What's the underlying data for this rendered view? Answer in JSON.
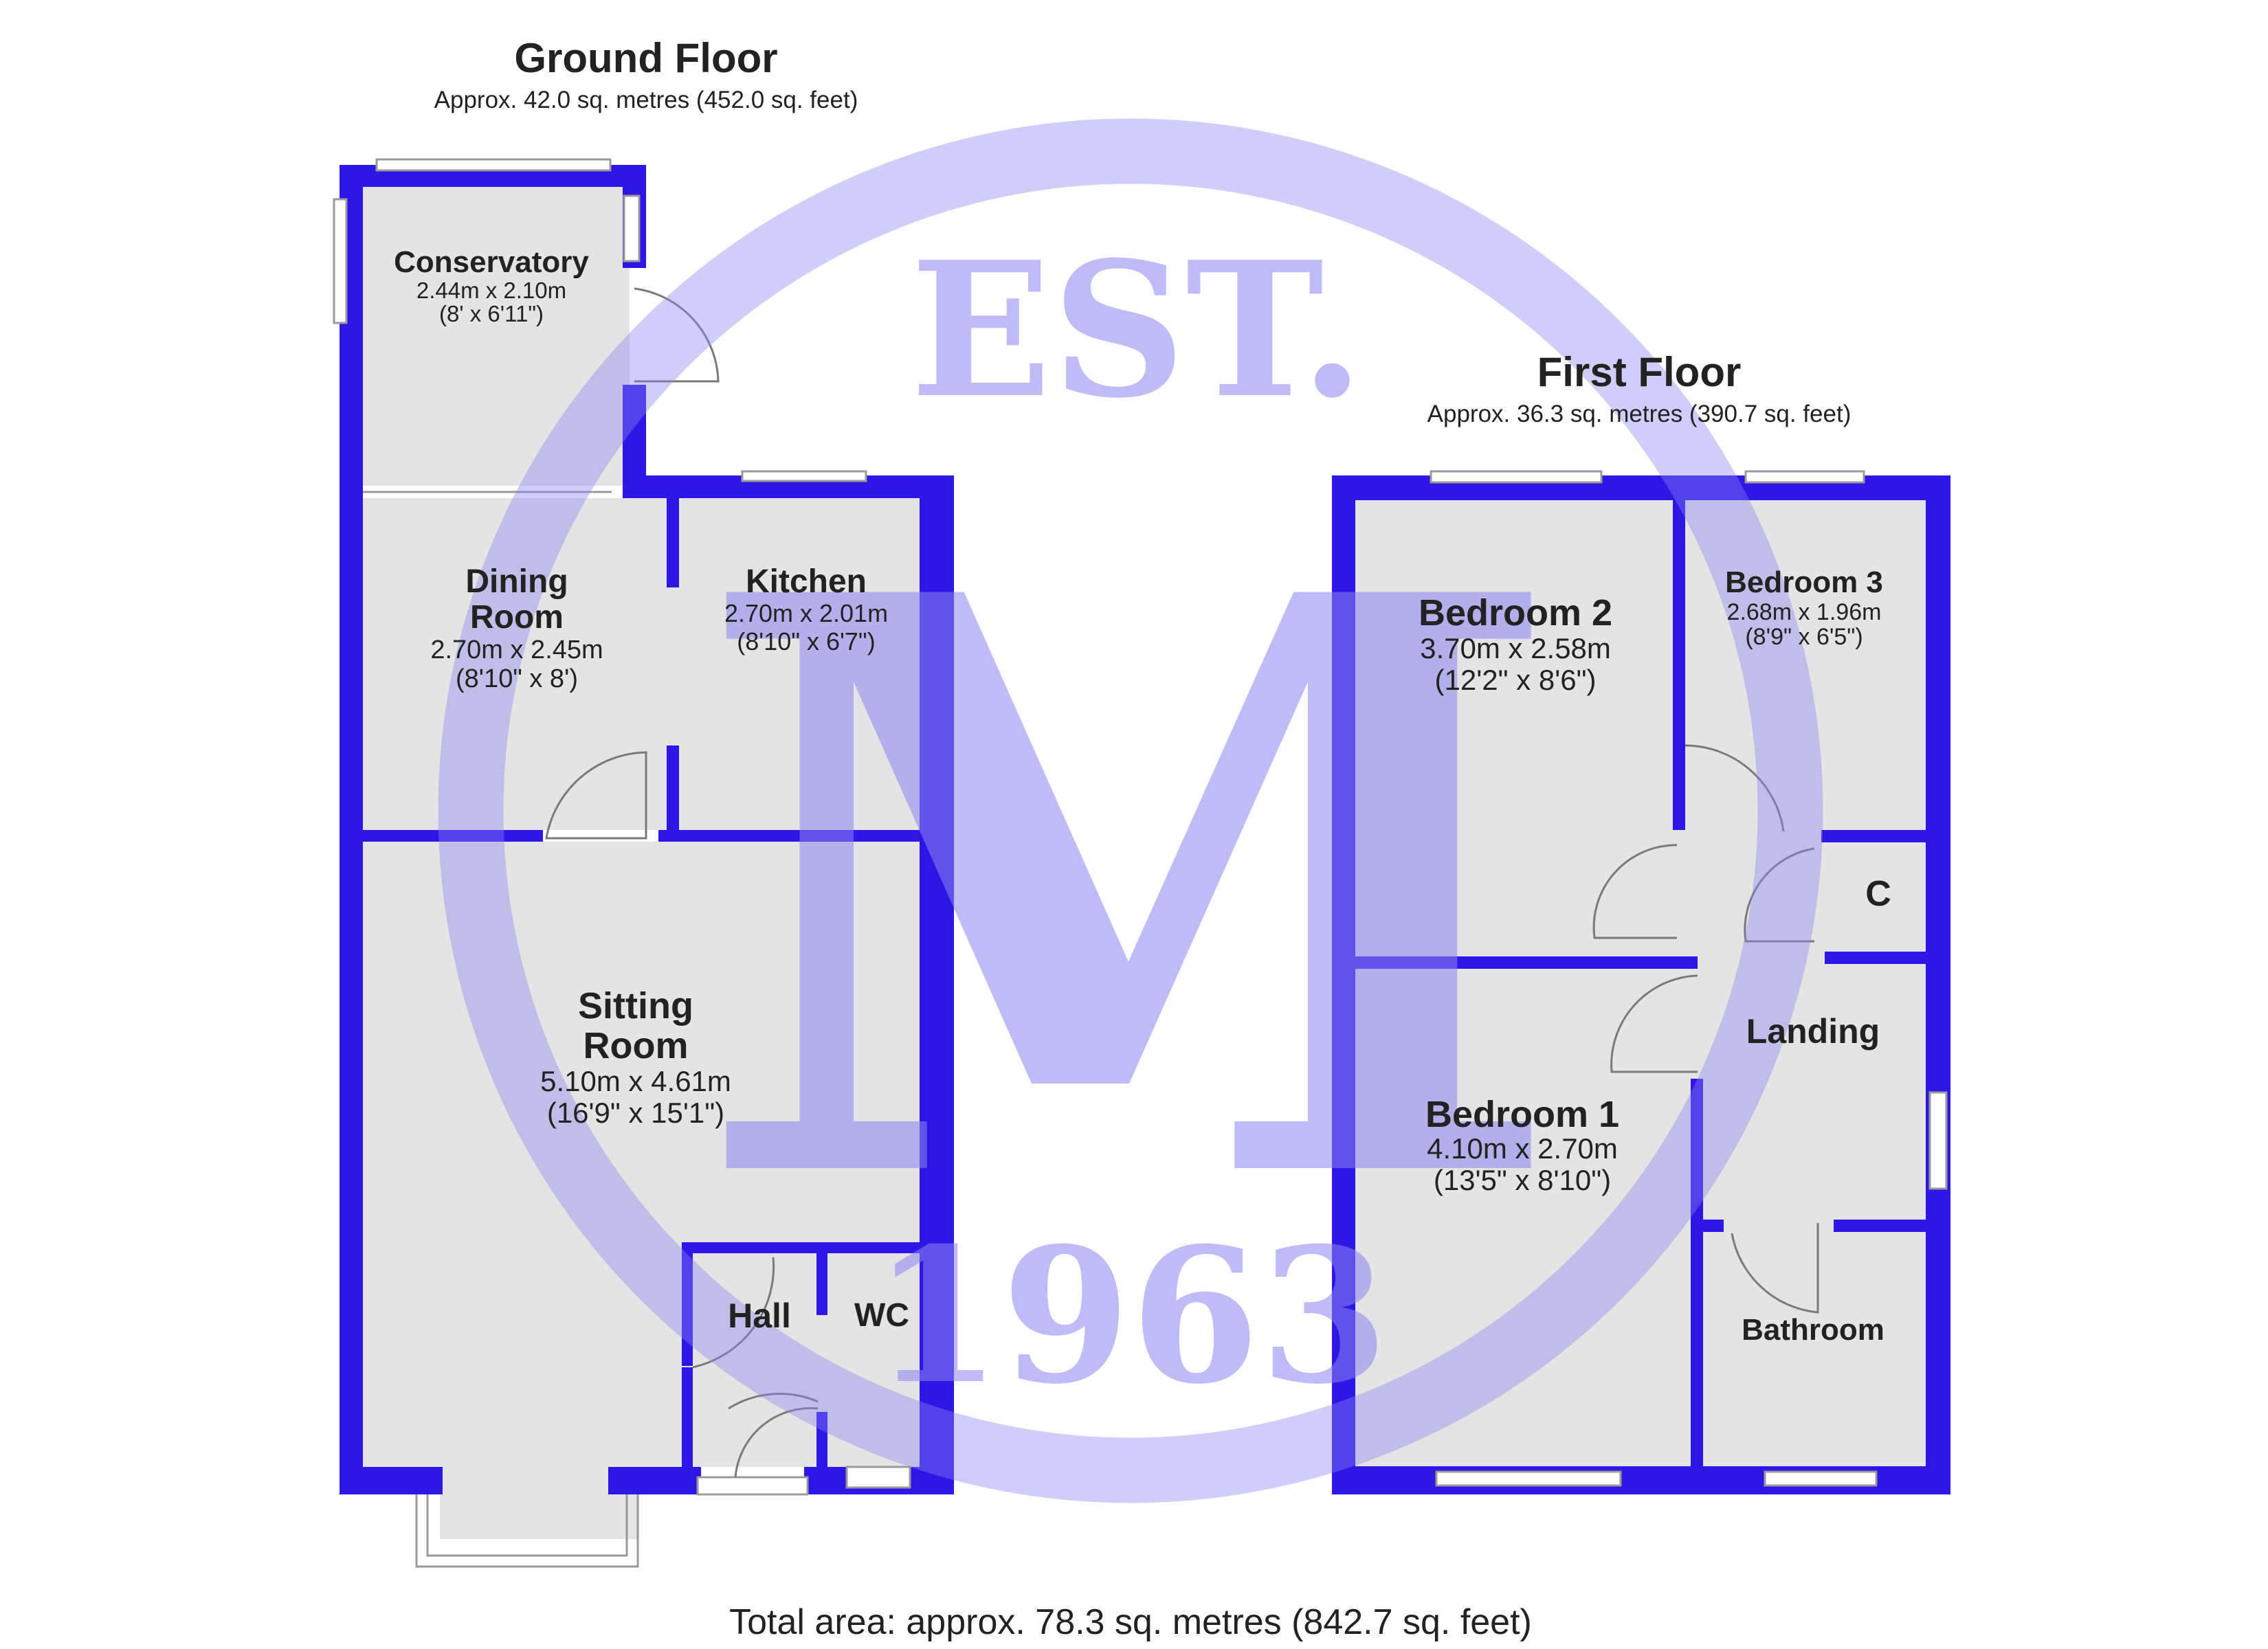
{
  "ground_floor": {
    "title": "Ground Floor",
    "area": "Approx. 42.0 sq. metres (452.0 sq. feet)",
    "rooms": {
      "conservatory": {
        "name": "Conservatory",
        "dim_m": "2.44m x 2.10m",
        "dim_ft": "(8' x 6'11\")"
      },
      "dining": {
        "name1": "Dining",
        "name2": "Room",
        "dim_m": "2.70m x 2.45m",
        "dim_ft": "(8'10\" x 8')"
      },
      "kitchen": {
        "name": "Kitchen",
        "dim_m": "2.70m x 2.01m",
        "dim_ft": "(8'10\" x 6'7\")"
      },
      "sitting": {
        "name1": "Sitting",
        "name2": "Room",
        "dim_m": "5.10m x 4.61m",
        "dim_ft": "(16'9\" x 15'1\")"
      },
      "hall": {
        "name": "Hall"
      },
      "wc": {
        "name": "WC"
      }
    }
  },
  "first_floor": {
    "title": "First Floor",
    "area": "Approx. 36.3 sq. metres (390.7 sq. feet)",
    "rooms": {
      "bedroom2": {
        "name": "Bedroom 2",
        "dim_m": "3.70m x 2.58m",
        "dim_ft": "(12'2\" x 8'6\")"
      },
      "bedroom3": {
        "name": "Bedroom 3",
        "dim_m": "2.68m x 1.96m",
        "dim_ft": "(8'9\" x 6'5\")"
      },
      "cupboard": {
        "name": "C"
      },
      "landing": {
        "name": "Landing"
      },
      "bedroom1": {
        "name": "Bedroom 1",
        "dim_m": "4.10m x 2.70m",
        "dim_ft": "(13'5\" x 8'10\")"
      },
      "bathroom": {
        "name": "Bathroom"
      }
    }
  },
  "total_area": "Total area: approx. 78.3 sq. metres (842.7 sq. feet)",
  "watermark": {
    "est": "EST.",
    "year": "1963",
    "logo_letter": "M"
  },
  "colors": {
    "wall": "#2d17e6",
    "floor": "#e4e4e4",
    "watermark": "#8a84f0",
    "text": "#222222"
  }
}
